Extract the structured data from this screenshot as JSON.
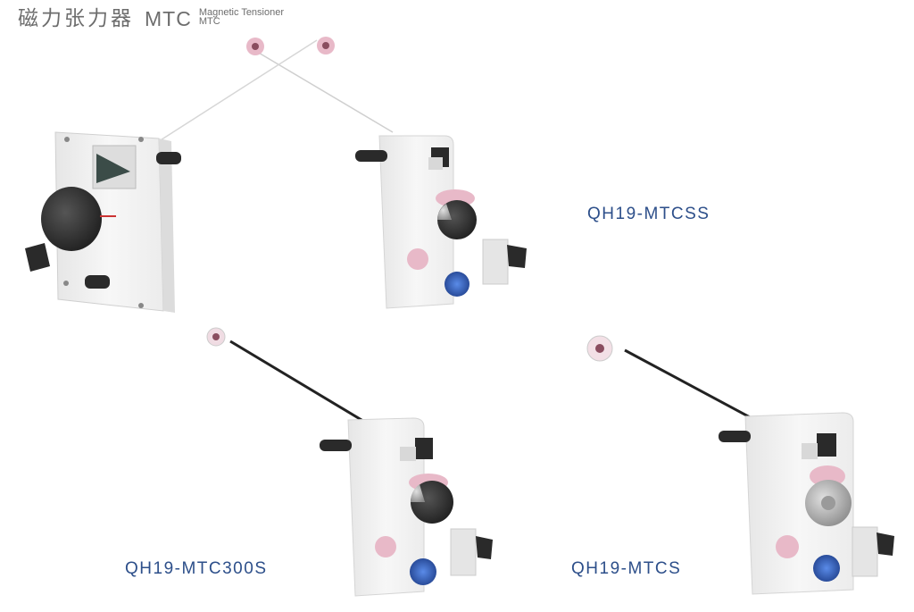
{
  "header": {
    "title_cn": "磁力张力器",
    "title_model": "MTC",
    "subtitle_line1": "Magnetic Tensioner",
    "subtitle_line2": "MTC"
  },
  "products": [
    {
      "id": "base-unit",
      "label": ""
    },
    {
      "id": "mtcss",
      "label": "QH19-MTCSS"
    },
    {
      "id": "mtc300s",
      "label": "QH19-MTC300S"
    },
    {
      "id": "mtcs",
      "label": "QH19-MTCS"
    }
  ],
  "colors": {
    "title_text": "#6d6d6d",
    "model_label": "#2d4f8a",
    "pink_accent": "#e8b9c8",
    "body_white": "#f2f2f2",
    "dark_part": "#2a2a2a",
    "connector_blue": "#3a6fd0"
  }
}
